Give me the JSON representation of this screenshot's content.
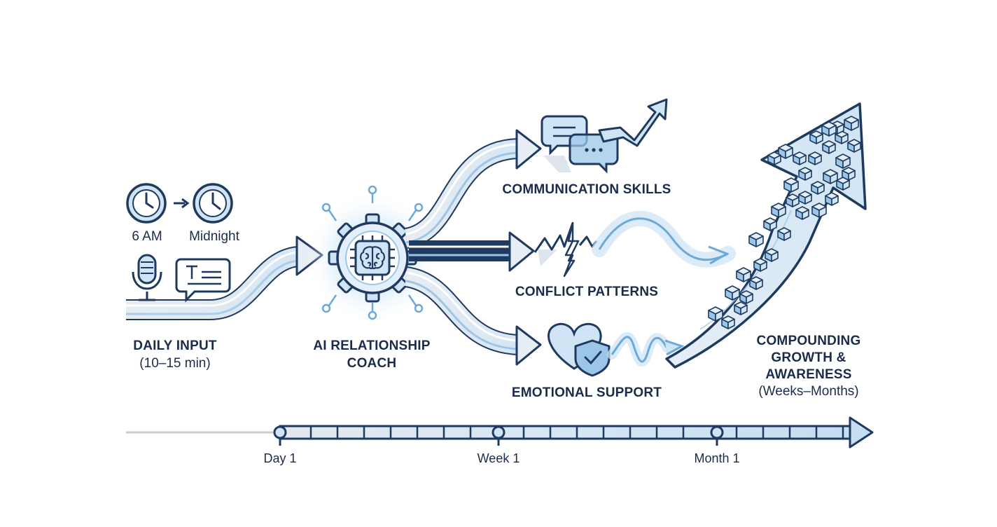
{
  "colors": {
    "ink": "#1b2b4a",
    "stroke": "#1f3a5f",
    "light_blue": "#cfe4f5",
    "mid_blue": "#9cc6e8",
    "accent_blue": "#6aa9d8",
    "band_grey": "#e3e8ee"
  },
  "input": {
    "time_from": "6 AM",
    "time_to": "Midnight",
    "title": "DAILY INPUT",
    "subtitle": "(10–15 min)",
    "icons": [
      "clock-icon",
      "arrow-right-icon",
      "clock-icon",
      "microphone-icon",
      "text-message-icon"
    ]
  },
  "coach": {
    "title_line1": "AI RELATIONSHIP",
    "title_line2": "COACH",
    "icon": "brain-chip-icon"
  },
  "branches": [
    {
      "label": "COMMUNICATION SKILLS",
      "icon": "chat-bubbles-icon"
    },
    {
      "label": "CONFLICT PATTERNS",
      "icon": "lightning-crack-icon"
    },
    {
      "label": "EMOTIONAL SUPPORT",
      "icon": "heart-shield-icon"
    }
  ],
  "outcome": {
    "line1": "COMPOUNDING",
    "line2": "GROWTH &",
    "line3": "AWARENESS",
    "subtitle": "(Weeks–Months)",
    "icon": "growth-arrow-icon"
  },
  "timeline": {
    "markers": [
      "Day 1",
      "Week 1",
      "Month 1"
    ]
  }
}
